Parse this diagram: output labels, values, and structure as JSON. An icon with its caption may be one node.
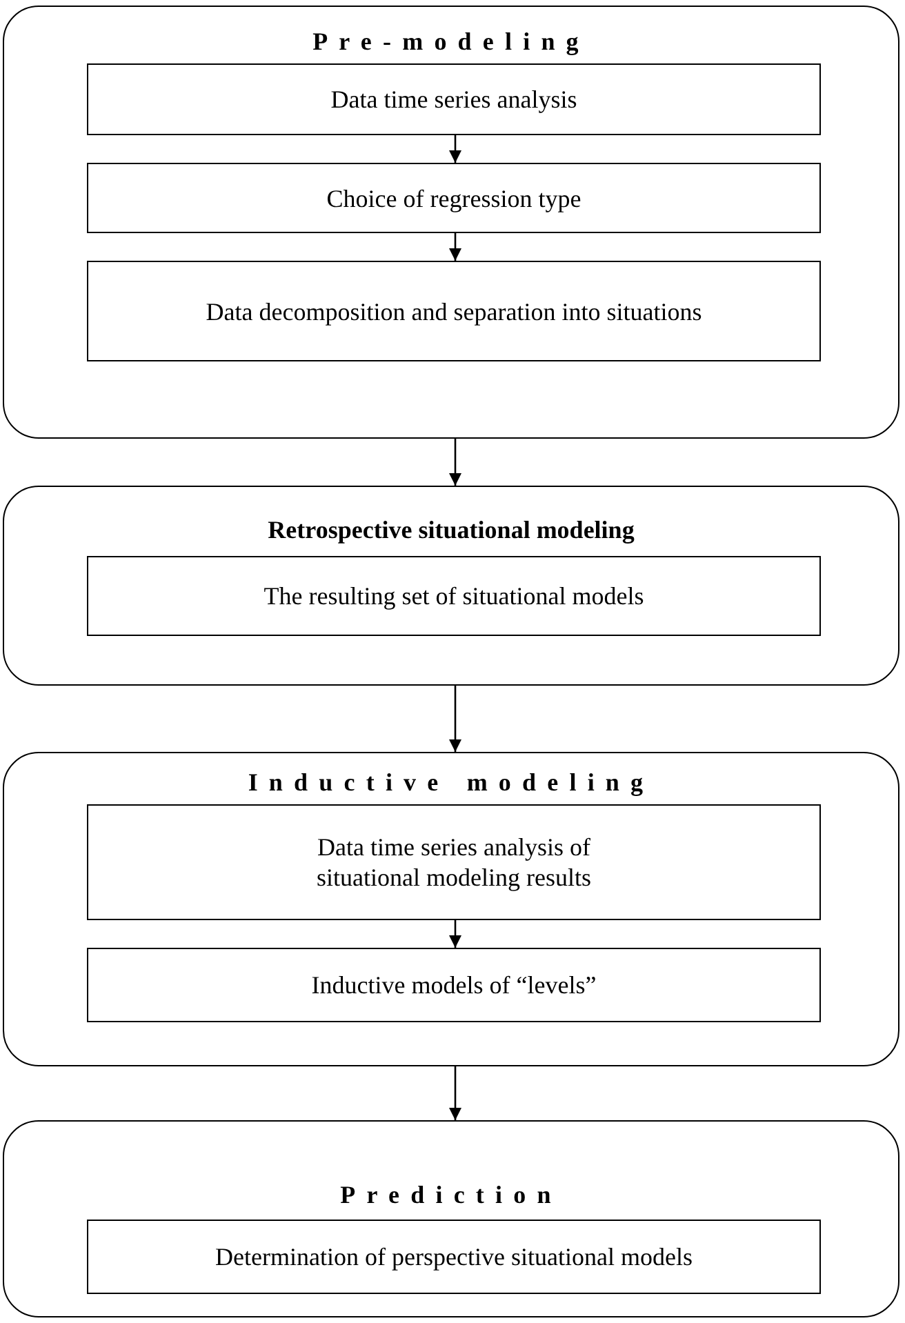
{
  "diagram": {
    "nodes": [
      {
        "text": [
          "Pre-modeling"
        ]
      },
      {
        "text": [
          "Data time series analysis"
        ],
        "in": 0
      },
      {
        "text": [
          "Choice of regression type"
        ],
        "in": 0
      },
      {
        "text": [
          "Data decomposition and separation into situations"
        ],
        "in": 0
      },
      {
        "text": [
          "Retrospective situational modeling"
        ]
      },
      {
        "text": [
          "The resulting set of situational models"
        ],
        "in": 4
      },
      {
        "text": [
          "Inductive modeling"
        ]
      },
      {
        "text": [
          "Data time series analysis of situational modeling results"
        ],
        "in": 6
      },
      {
        "text": [
          "Inductive models of “levels”"
        ],
        "in": 6
      },
      {
        "text": [
          "Prediction"
        ]
      },
      {
        "text": [
          "Determination of perspective situational models"
        ],
        "in": 9
      }
    ],
    "edges": [
      {
        "from": 1,
        "to": 2,
        "arrow": "to"
      },
      {
        "from": 2,
        "to": 3,
        "arrow": "to"
      },
      {
        "from": 0,
        "to": 4,
        "arrow": "to"
      },
      {
        "from": 4,
        "to": 6,
        "arrow": "to"
      },
      {
        "from": 7,
        "to": 8,
        "arrow": "to"
      },
      {
        "from": 6,
        "to": 9,
        "arrow": "to"
      }
    ]
  }
}
